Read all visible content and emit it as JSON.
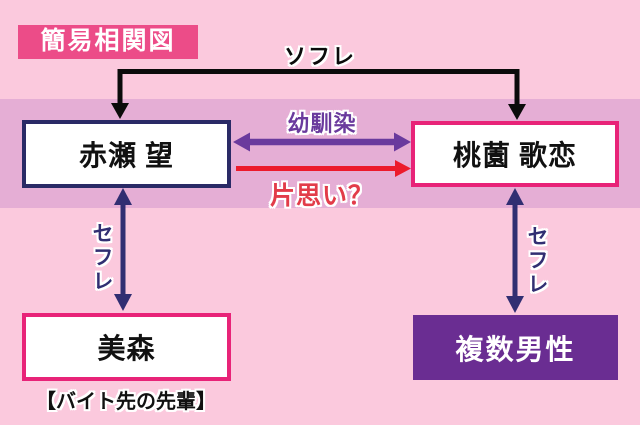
{
  "title": "簡易相関図",
  "colors": {
    "bg": "#fbc9dd",
    "band": "#e5aed5",
    "titlebg": "#ec4c88",
    "pinkborder": "#e82378",
    "navyborder": "#2a2a66",
    "navy": "#312e72",
    "purple": "#6a3a9d",
    "red": "#ec1b2c",
    "redlabel": "#e23c49",
    "boxpurple": "#6a2d92",
    "black": "#0b0b0b"
  },
  "nodes": {
    "akase": {
      "label": "赤瀬 望"
    },
    "momozono": {
      "label": "桃薗 歌恋"
    },
    "mimori": {
      "label": "美森",
      "caption": "【バイト先の先輩】"
    },
    "men": {
      "label": "複数男性"
    }
  },
  "edges": {
    "sofure": {
      "label": "ソフレ",
      "from": "赤瀬 望",
      "to": "桃薗 歌恋",
      "style": "double-headed black elbow"
    },
    "osananajimi": {
      "label": "幼馴染",
      "from": "赤瀬 望",
      "to": "桃薗 歌恋",
      "style": "double-headed purple"
    },
    "kataomoi": {
      "label": "片思い？",
      "from": "赤瀬 望",
      "to": "桃薗 歌恋",
      "style": "single-headed red"
    },
    "sefure_left": {
      "label": "セフレ",
      "from": "赤瀬 望",
      "to": "美森",
      "style": "double-headed navy"
    },
    "sefure_right": {
      "label": "セフレ",
      "from": "桃薗 歌恋",
      "to": "複数男性",
      "style": "double-headed navy"
    }
  }
}
